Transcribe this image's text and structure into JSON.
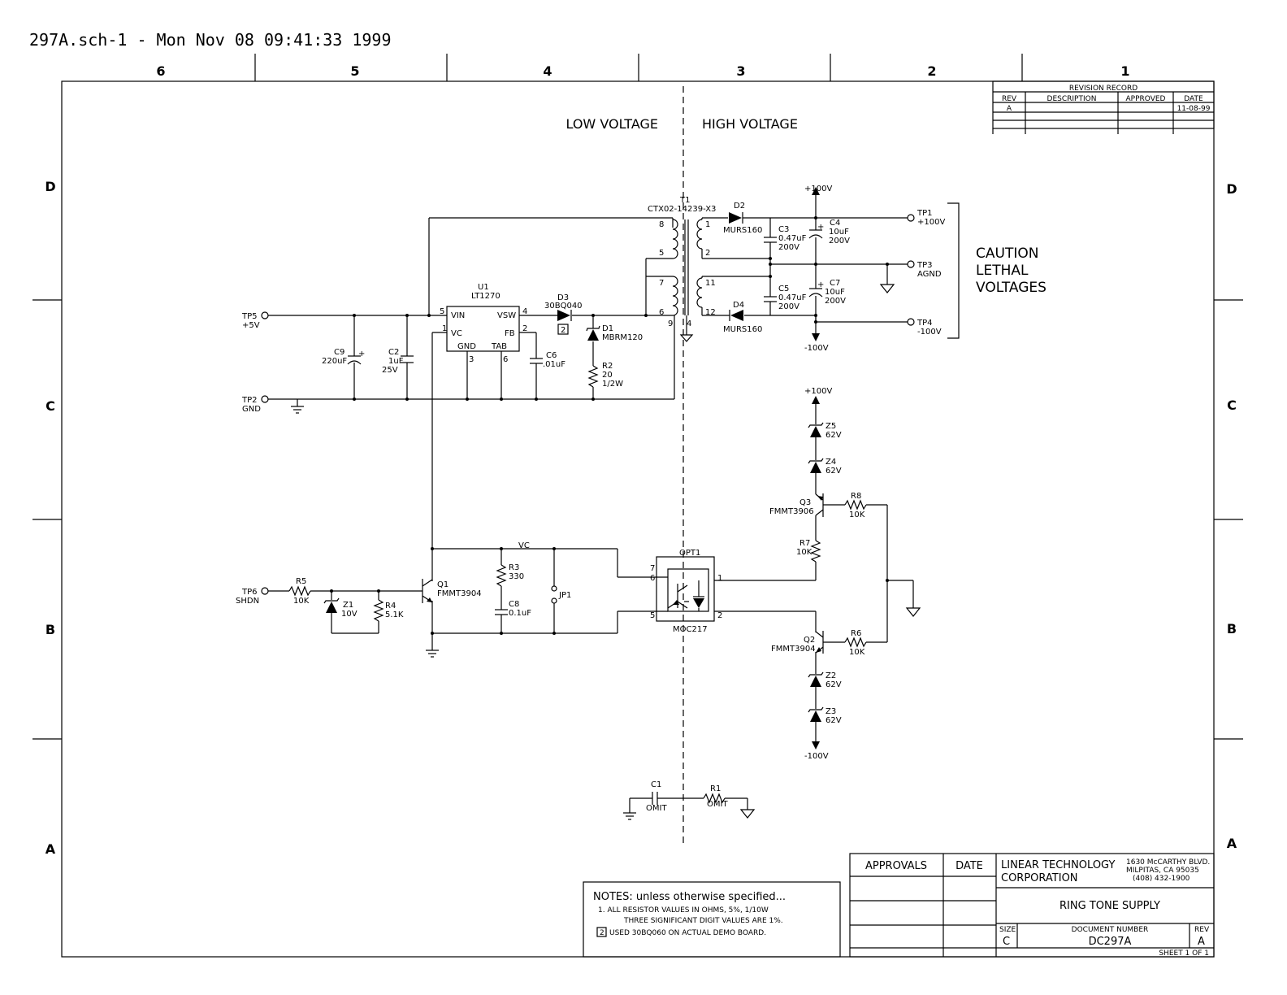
{
  "header": "297A.sch-1 - Mon Nov 08 09:41:33 1999",
  "zones": {
    "cols": [
      "6",
      "5",
      "4",
      "3",
      "2",
      "1"
    ],
    "rows": [
      "D",
      "C",
      "B",
      "A"
    ]
  },
  "sections": {
    "low": "LOW VOLTAGE",
    "high": "HIGH VOLTAGE"
  },
  "caution": [
    "CAUTION",
    "LETHAL",
    "VOLTAGES"
  ],
  "revision": {
    "title": "REVISION RECORD",
    "cols": [
      "REV",
      "DESCRIPTION",
      "APPROVED",
      "DATE"
    ],
    "rev": "A",
    "date": "11-08-99"
  },
  "ports": {
    "tp1": [
      "TP1",
      "+100V"
    ],
    "tp2": [
      "TP2",
      "GND"
    ],
    "tp3": [
      "TP3",
      "AGND"
    ],
    "tp4": [
      "TP4",
      "-100V"
    ],
    "tp5": [
      "TP5",
      "+5V"
    ],
    "tp6": [
      "TP6",
      "SHDN"
    ]
  },
  "rails": {
    "p100": "+100V",
    "m100": "-100V",
    "vc": "VC"
  },
  "parts": {
    "T1": [
      "T1",
      "CTX02-14239-X3"
    ],
    "U1": [
      "U1",
      "LT1270"
    ],
    "D1": [
      "D1",
      "MBRM120"
    ],
    "D2": [
      "D2",
      "MURS160"
    ],
    "D3": [
      "D3",
      "30BQ040"
    ],
    "D4": [
      "D4",
      "MURS160"
    ],
    "C1": [
      "C1",
      "OMIT"
    ],
    "C2": [
      "C2",
      "1uF",
      "25V"
    ],
    "C3": [
      "C3",
      "0.47uF",
      "200V"
    ],
    "C4": [
      "C4",
      "10uF",
      "200V"
    ],
    "C5": [
      "C5",
      "0.47uF",
      "200V"
    ],
    "C6": [
      "C6",
      ".01uF"
    ],
    "C7": [
      "C7",
      "10uF",
      "200V"
    ],
    "C8": [
      "C8",
      "0.1uF"
    ],
    "C9": [
      "C9",
      "220uF"
    ],
    "R1": [
      "R1",
      "OMIT"
    ],
    "R2": [
      "R2",
      "20",
      "1/2W"
    ],
    "R3": [
      "R3",
      "330"
    ],
    "R4": [
      "R4",
      "5.1K"
    ],
    "R5": [
      "R5",
      "10K"
    ],
    "R6": [
      "R6",
      "10K"
    ],
    "R7": [
      "R7",
      "10K"
    ],
    "R8": [
      "R8",
      "10K"
    ],
    "Q1": [
      "Q1",
      "FMMT3904"
    ],
    "Q2": [
      "Q2",
      "FMMT3904"
    ],
    "Q3": [
      "Q3",
      "FMMT3906"
    ],
    "Z1": [
      "Z1",
      "10V"
    ],
    "Z2": [
      "Z2",
      "62V"
    ],
    "Z3": [
      "Z3",
      "62V"
    ],
    "Z4": [
      "Z4",
      "62V"
    ],
    "Z5": [
      "Z5",
      "62V"
    ],
    "JP1": "JP1",
    "OPT1": [
      "OPT1",
      "MOC217"
    ]
  },
  "u1_pins": {
    "vin": "VIN",
    "vsw": "VSW",
    "vc": "VC",
    "fb": "FB",
    "gnd": "GND",
    "tab": "TAB",
    "n5": "5",
    "n4": "4",
    "n1": "1",
    "n2": "2",
    "n3": "3",
    "n6": "6"
  },
  "t1_pins": [
    "8",
    "5",
    "7",
    "6",
    "9",
    "1",
    "2",
    "11",
    "12",
    "4"
  ],
  "opt_pins": [
    "7",
    "6",
    "5",
    "1",
    "2"
  ],
  "note_flag": "2",
  "notes": {
    "title": "NOTES: unless otherwise specified...",
    "l1": "1. ALL RESISTOR VALUES IN OHMS, 5%, 1/10W",
    "l2": "THREE SIGNIFICANT DIGIT VALUES ARE 1%.",
    "l3": "USED 30BQ060 ON ACTUAL DEMO BOARD."
  },
  "titleblock": {
    "approvals": "APPROVALS",
    "date": "DATE",
    "company1": "LINEAR TECHNOLOGY",
    "company2": "CORPORATION",
    "addr": [
      "1630 McCARTHY BLVD.",
      "MILPITAS, CA 95035",
      "(408) 432-1900"
    ],
    "title": "RING TONE SUPPLY",
    "size_label": "SIZE",
    "size": "C",
    "doc_label": "DOCUMENT NUMBER",
    "doc": "DC297A",
    "rev_label": "REV",
    "rev": "A",
    "sheet": "SHEET 1 OF 1"
  }
}
